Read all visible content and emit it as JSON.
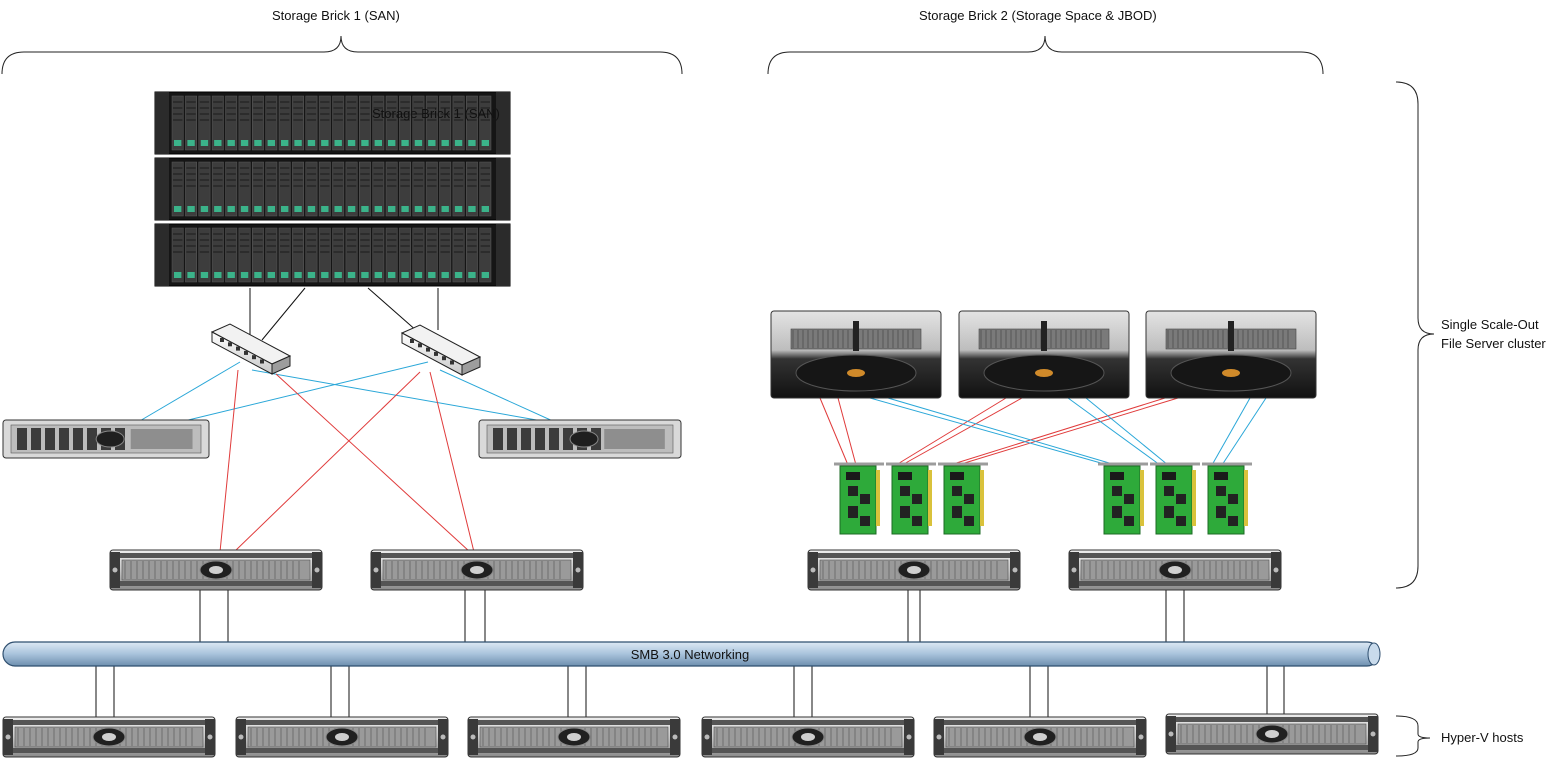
{
  "labels": {
    "brick1_title": "Storage Brick 1 (SAN)",
    "brick2_title": "Storage Brick 2 (Storage Space & JBOD)",
    "san_overlay": "Storage Brick 1 (SAN)",
    "cluster_line1": "Single Scale-Out",
    "cluster_line2": "File Server cluster",
    "network_label": "SMB 3.0 Networking",
    "hosts_label": "Hyper-V hosts"
  },
  "brick1": {
    "san_enclosures": 3,
    "switches": 2,
    "controller_servers": 2,
    "file_servers": 2
  },
  "brick2": {
    "jbod_enclosures": 3,
    "sas_hba_cards": 6,
    "file_servers": 2
  },
  "hyperv_hosts": 6,
  "colors": {
    "fc_link": "#e03b3b",
    "ethernet_link": "#2aa7d8",
    "san_link": "#111111",
    "network_bar": "#b7cde3",
    "hba_card": "#2eaa3a"
  }
}
